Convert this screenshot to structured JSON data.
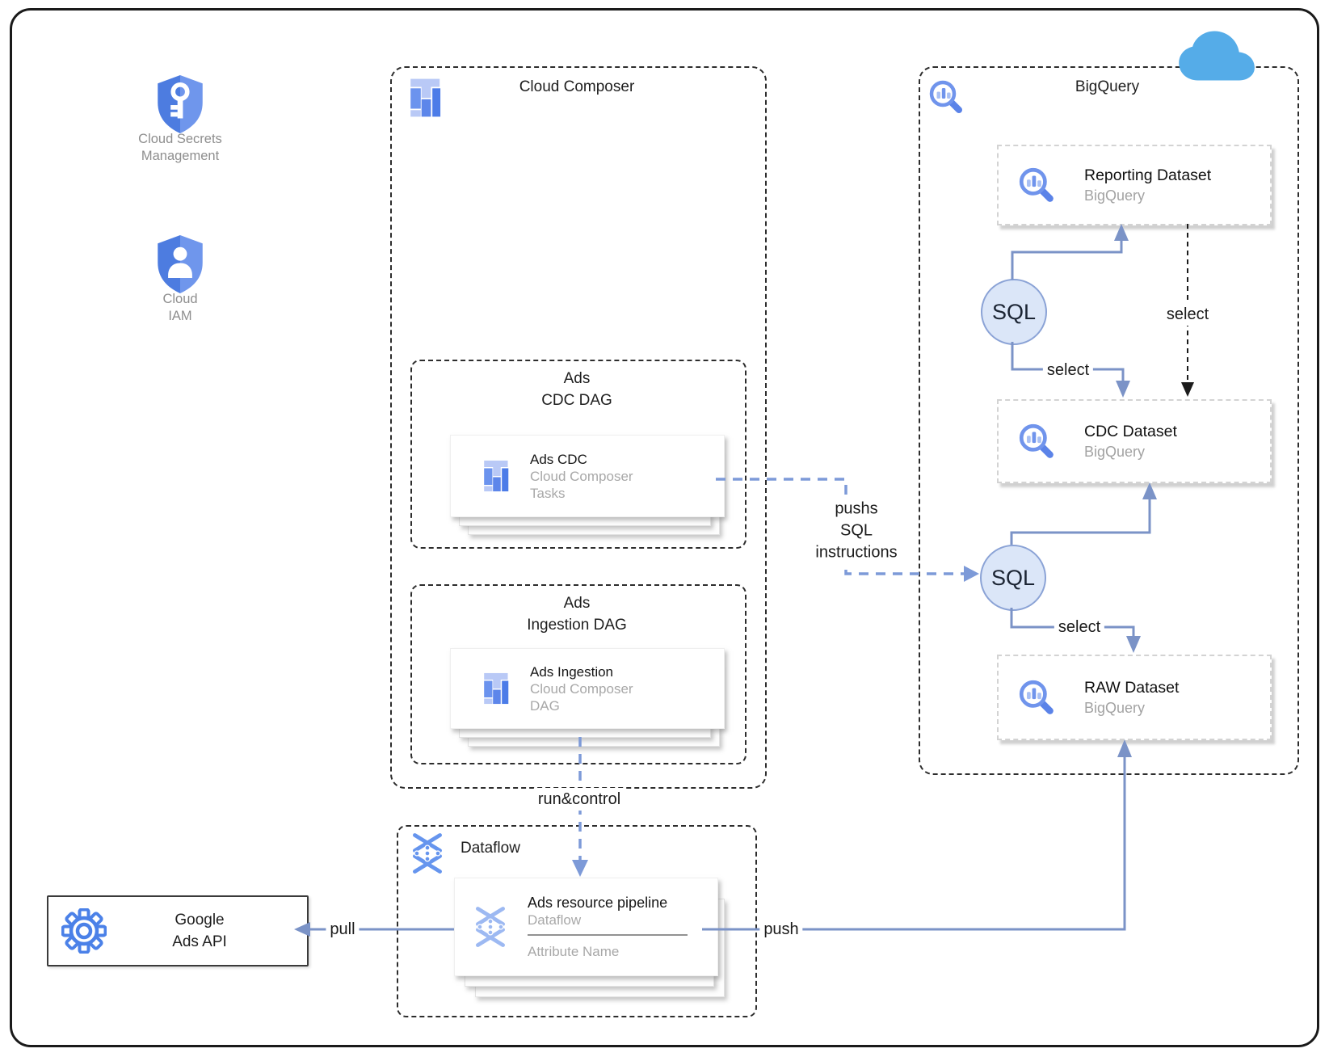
{
  "left_panel": {
    "secrets": {
      "label_line1": "Cloud Secrets",
      "label_line2": "Management"
    },
    "iam": {
      "label_line1": "Cloud",
      "label_line2": "IAM"
    }
  },
  "composer": {
    "title": "Cloud Composer",
    "cdc_dag": {
      "title_line1": "Ads",
      "title_line2": "CDC DAG",
      "card": {
        "title": "Ads CDC",
        "subtitle1": "Cloud Composer",
        "subtitle2": "Tasks"
      }
    },
    "ingestion_dag": {
      "title_line1": "Ads",
      "title_line2": "Ingestion DAG",
      "card": {
        "title": "Ads Ingestion",
        "subtitle1": "Cloud Composer",
        "subtitle2": "DAG"
      }
    }
  },
  "bigquery": {
    "title": "BigQuery",
    "datasets": [
      {
        "title": "Reporting Dataset",
        "subtitle": "BigQuery"
      },
      {
        "title": "CDC Dataset",
        "subtitle": "BigQuery"
      },
      {
        "title": "RAW Dataset",
        "subtitle": "BigQuery"
      }
    ],
    "sql_top": "SQL",
    "sql_bottom": "SQL"
  },
  "dataflow": {
    "title": "Dataflow",
    "card": {
      "title": "Ads resource pipeline",
      "subtitle": "Dataflow",
      "attribute": "Attribute Name"
    }
  },
  "ads_api": {
    "line1": "Google",
    "line2": "Ads API"
  },
  "edges": {
    "select_sql1_cdc": "select",
    "select_reporting_cdc": "select",
    "select_sql2_raw": "select",
    "pull": "pull",
    "push": "push",
    "run_control": "run&control",
    "pushs_line1": "pushs",
    "pushs_line2": "SQL",
    "pushs_line3": "instructions"
  },
  "colors": {
    "accent_blue": "#4c7ce8",
    "light_blue": "#b9c9f6",
    "arrow_blue": "#7b93c7",
    "dashed_arrow_blue": "#7d9ad8",
    "sql_fill": "#dbe6f8",
    "cloud": "#55ace8",
    "gray_text": "#a3a3a3"
  }
}
